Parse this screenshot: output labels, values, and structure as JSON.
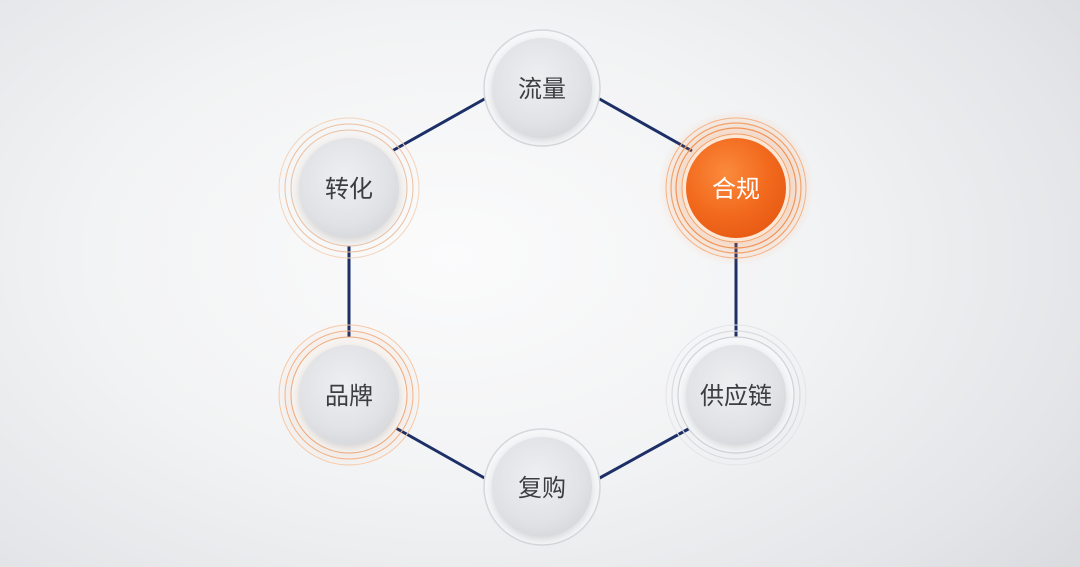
{
  "nodes": [
    {
      "id": "flow",
      "label": "流量",
      "state": "normal"
    },
    {
      "id": "compliance",
      "label": "合规",
      "state": "active"
    },
    {
      "id": "supply",
      "label": "供应链",
      "state": "normal"
    },
    {
      "id": "repurchase",
      "label": "复购",
      "state": "normal"
    },
    {
      "id": "brand",
      "label": "品牌",
      "state": "highlight"
    },
    {
      "id": "conversion",
      "label": "转化",
      "state": "highlight"
    }
  ],
  "colors": {
    "connector": "#1c2f66",
    "active_fill": "#f26a1e",
    "node_fill": "#e2e3e6",
    "ring_orange": "#f3a268",
    "ring_gray": "#d3d5d9"
  }
}
